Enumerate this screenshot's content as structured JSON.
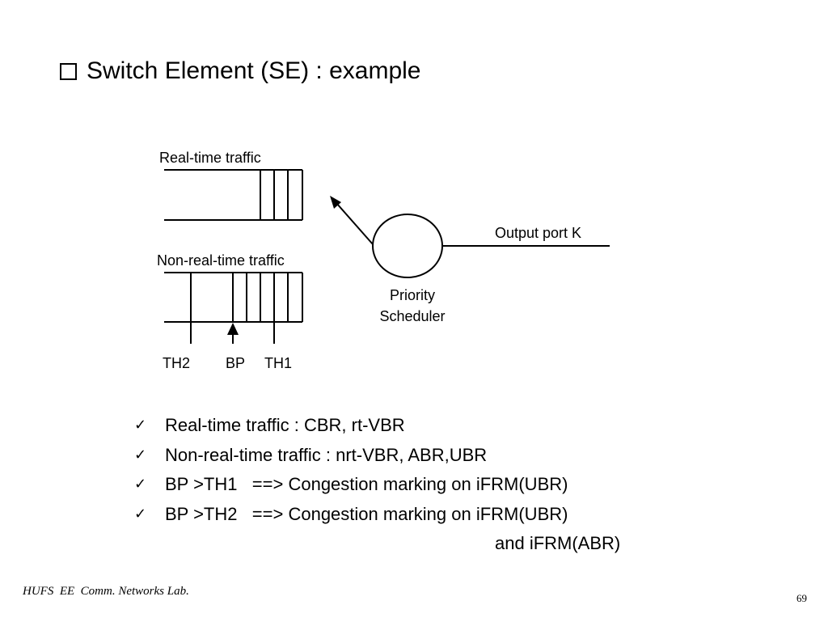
{
  "slide": {
    "title": "Switch Element (SE) : example",
    "footer": "HUFS  EE  Comm. Networks Lab.",
    "page_number": "69"
  },
  "diagram": {
    "realtime_label": "Real-time traffic",
    "nonrealtime_label": "Non-real-time traffic",
    "output_label": "Output port K",
    "scheduler_line1": "Priority",
    "scheduler_line2": "Scheduler",
    "th2_label": "TH2",
    "bp_label": "BP",
    "th1_label": "TH1"
  },
  "bullets": [
    {
      "text": "Real-time traffic : CBR, rt-VBR"
    },
    {
      "text": "Non-real-time traffic : nrt-VBR, ABR,UBR"
    },
    {
      "text": "BP >TH1   ==> Congestion marking on iFRM(UBR)"
    },
    {
      "text": "BP >TH2   ==> Congestion marking on iFRM(UBR)"
    }
  ],
  "bullet_continuation": "and iFRM(ABR)",
  "check_icon": "✓"
}
